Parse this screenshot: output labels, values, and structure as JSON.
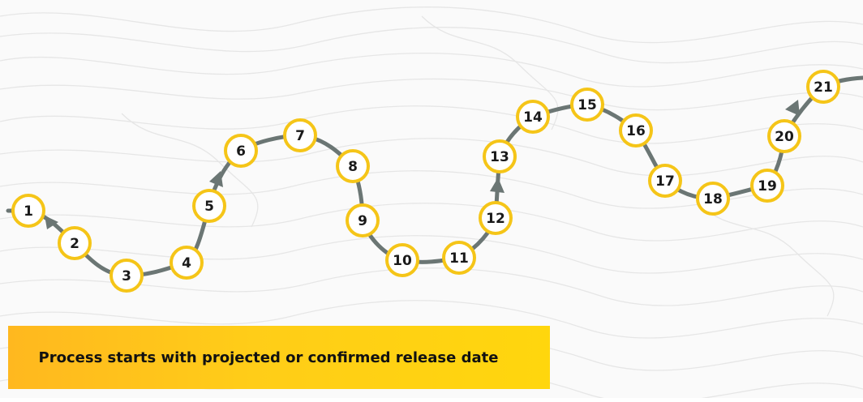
{
  "colors": {
    "path": "#6b7674",
    "node_fill": "#ffffff",
    "node_stroke": "#f5c518",
    "node_text": "#1a1a1a",
    "banner_start": "#ffb81f",
    "banner_end": "#ffd60d",
    "background_contours": "#e4e4e4"
  },
  "steps": [
    "1",
    "2",
    "3",
    "4",
    "5",
    "6",
    "7",
    "8",
    "9",
    "10",
    "11",
    "12",
    "13",
    "14",
    "15",
    "16",
    "17",
    "18",
    "19",
    "20",
    "21"
  ],
  "banner": {
    "text": "Process starts with projected or confirmed release date"
  }
}
